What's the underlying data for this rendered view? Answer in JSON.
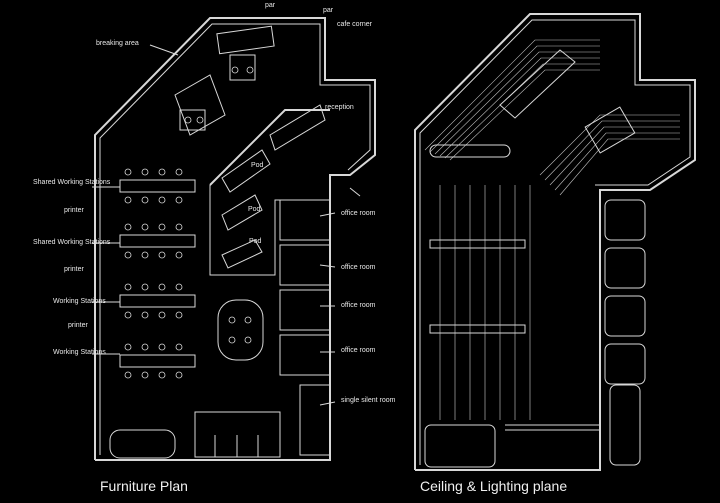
{
  "furniture_plan": {
    "caption": "Furniture Plan",
    "labels": {
      "par_top": "par",
      "par_right": "par",
      "cafe_corner": "cafe corner",
      "breaking_area": "breaking area",
      "reception": "reception",
      "pod_1": "Pod",
      "pod_2": "Pod",
      "pod_3": "Pod",
      "shared_ws_1": "Shared Working Stations",
      "printer_1": "printer",
      "shared_ws_2": "Shared Working Stations",
      "printer_2": "printer",
      "ws_1": "Working Stations",
      "printer_3": "printer",
      "ws_2": "Working Stations",
      "office_1": "office room",
      "office_2": "office room",
      "office_3": "office room",
      "office_4": "office room",
      "silent_room": "single silent room"
    }
  },
  "ceiling_plan": {
    "caption": "Ceiling & Lighting plane"
  },
  "colors": {
    "background": "#000000",
    "lines": "#dcdcdc",
    "text": "#e8e8e8"
  }
}
